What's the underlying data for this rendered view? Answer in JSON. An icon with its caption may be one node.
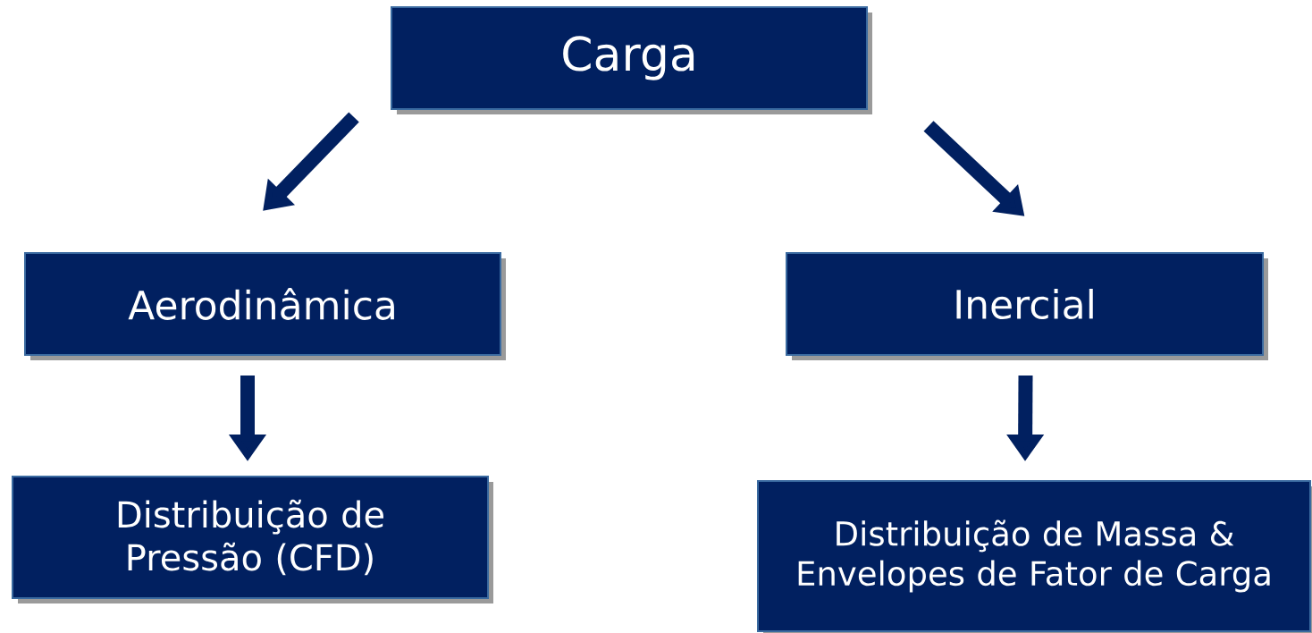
{
  "diagram": {
    "nodes": [
      {
        "text": [
          "Carga"
        ]
      },
      {
        "text": [
          "Aerodinâmica"
        ]
      },
      {
        "text": [
          "Inercial"
        ]
      },
      {
        "text": [
          "Distribuição de Pressão (CFD)"
        ]
      },
      {
        "text": [
          "Distribuição de Massa & Envelopes de Fator de Carga"
        ]
      }
    ],
    "edges": [
      {
        "from": 0,
        "to": 1,
        "arrow": "to"
      },
      {
        "from": 0,
        "to": 2,
        "arrow": "to"
      },
      {
        "from": 1,
        "to": 3,
        "arrow": "to"
      },
      {
        "from": 2,
        "to": 4,
        "arrow": "to"
      }
    ]
  }
}
